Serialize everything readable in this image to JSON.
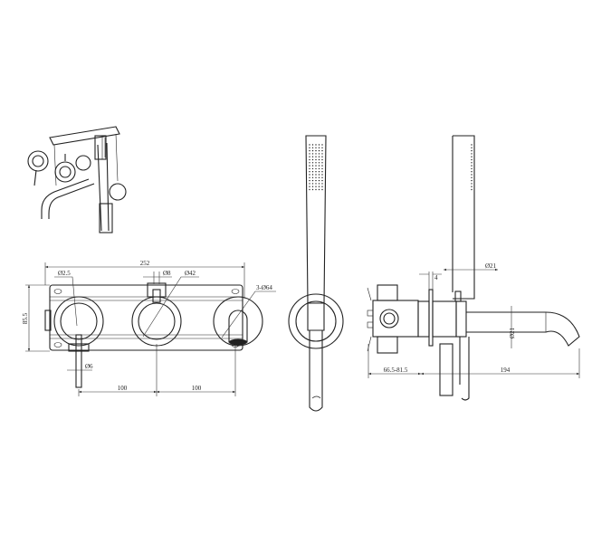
{
  "front_view": {
    "overall_width": "252",
    "height": "85.5",
    "lever_diameter": "Ø2.5",
    "pin_diameter": "Ø8",
    "handle_diameter": "Ø42",
    "plate_diameter": "3-Ø64",
    "lever_rod_diameter": "Ø6",
    "spacing_left": "100",
    "spacing_right": "100"
  },
  "side_view": {
    "plate_thickness": "4",
    "handshower_diameter": "Ø21",
    "spout_diameter": "Ø21",
    "wall_depth": "66.5-81.5",
    "spout_projection": "194"
  },
  "colors": {
    "line": "#222222",
    "background": "#ffffff"
  }
}
